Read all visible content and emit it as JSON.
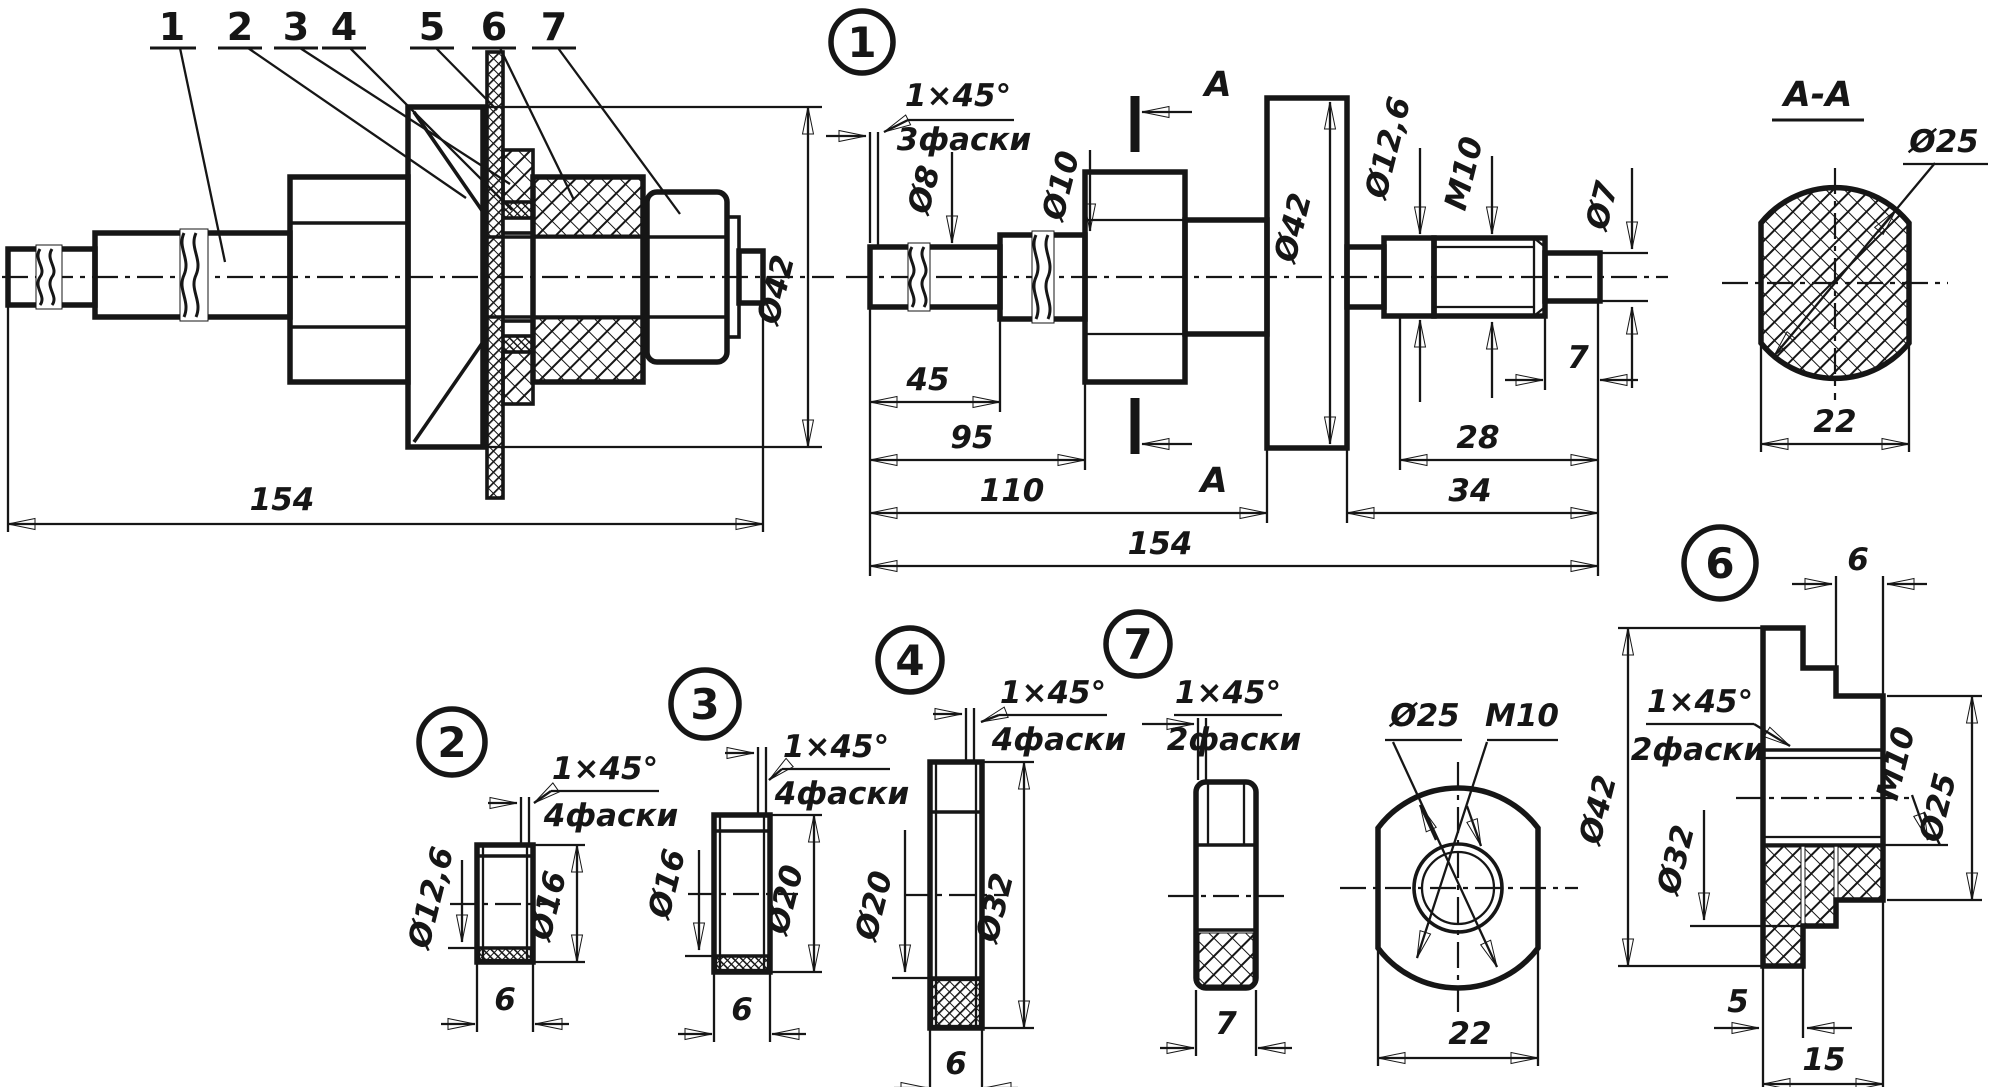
{
  "drawing": {
    "assembly": {
      "callouts": [
        "1",
        "2",
        "3",
        "4",
        "5",
        "6",
        "7"
      ],
      "dia_42": "Ø42",
      "len_154": "154"
    },
    "part1": {
      "balloon": "1",
      "chamfer": "1×45°",
      "chamfer_note": "3фаски",
      "dia_8": "Ø8",
      "dia_10": "Ø10",
      "dia_42": "Ø42",
      "dia_12_6": "Ø12,6",
      "thread": "M10",
      "dia_7": "Ø7",
      "len_45": "45",
      "len_95": "95",
      "len_110": "110",
      "len_154": "154",
      "len_7": "7",
      "len_28": "28",
      "len_34": "34",
      "section_mark": "A"
    },
    "section_aa": {
      "title": "A-A",
      "dia_25": "Ø25",
      "across_flats": "22"
    },
    "part2": {
      "balloon": "2",
      "chamfer": "1×45°",
      "chamfer_note": "4фаски",
      "dia_bore": "Ø12,6",
      "dia_outer": "Ø16",
      "width": "6"
    },
    "part3": {
      "balloon": "3",
      "chamfer": "1×45°",
      "chamfer_note": "4фаски",
      "dia_bore": "Ø16",
      "dia_outer": "Ø20",
      "width": "6"
    },
    "part4": {
      "balloon": "4",
      "chamfer": "1×45°",
      "chamfer_note": "4фаски",
      "dia_bore": "Ø20",
      "dia_outer": "Ø32",
      "width": "6"
    },
    "part7": {
      "balloon": "7",
      "chamfer": "1×45°",
      "chamfer_note": "2фаски",
      "width": "7",
      "dia_face": "Ø25",
      "thread_face": "M10",
      "across_flats": "22"
    },
    "part6": {
      "balloon": "6",
      "depth_6": "6",
      "chamfer": "1×45°",
      "chamfer_note": "2фаски",
      "dia_42": "Ø42",
      "dia_32": "Ø32",
      "dia_25": "Ø25",
      "thread": "M10",
      "len_5": "5",
      "len_15": "15"
    }
  }
}
